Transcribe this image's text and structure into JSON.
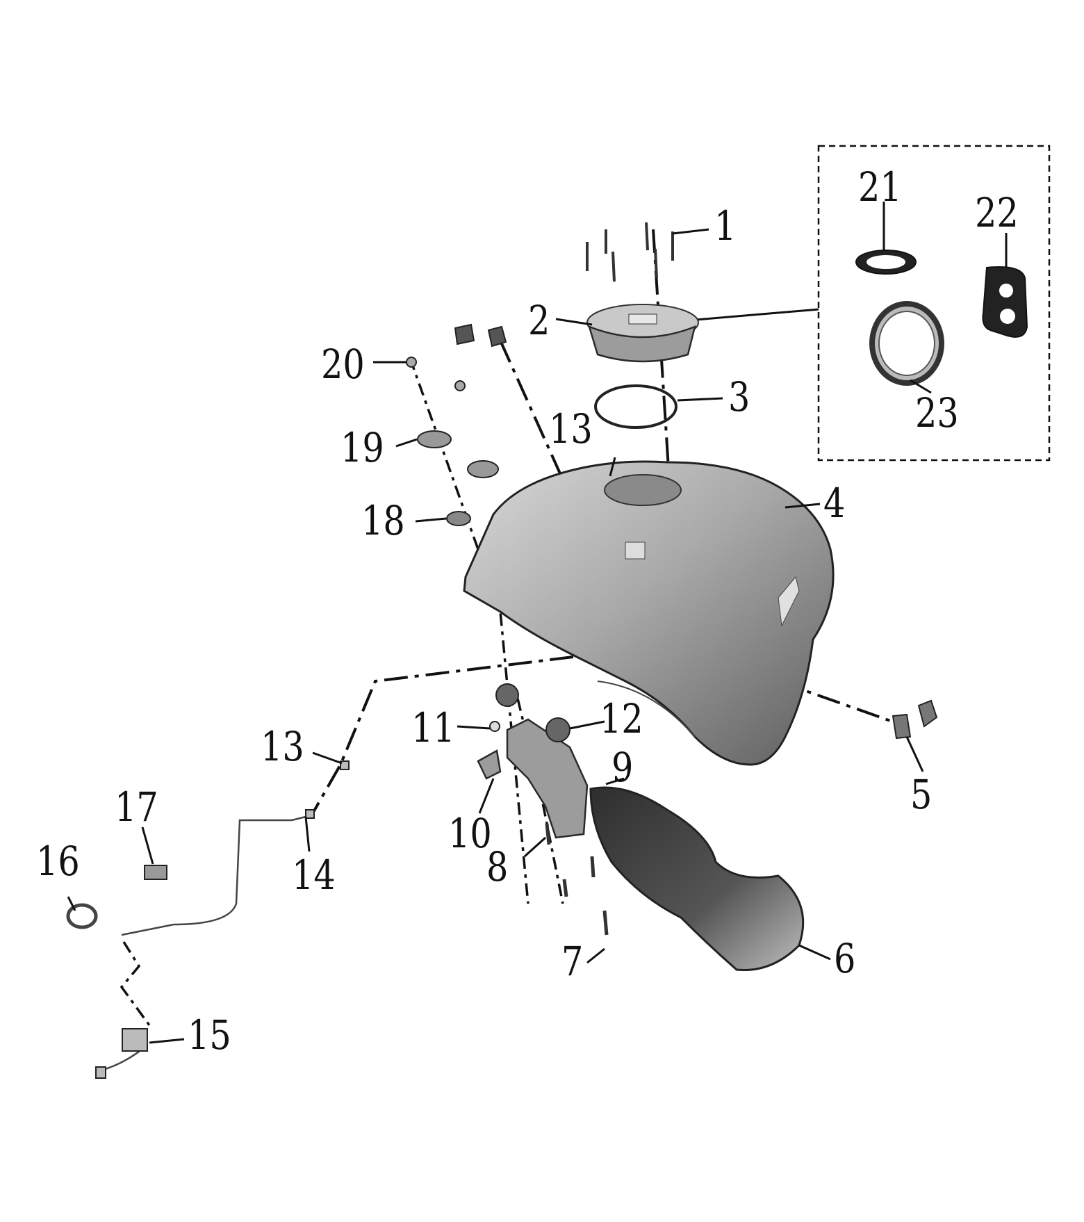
{
  "callouts": [
    {
      "id": "1",
      "text": "1"
    },
    {
      "id": "2",
      "text": "2"
    },
    {
      "id": "3",
      "text": "3"
    },
    {
      "id": "4",
      "text": "4"
    },
    {
      "id": "5",
      "text": "5"
    },
    {
      "id": "6",
      "text": "6"
    },
    {
      "id": "7",
      "text": "7"
    },
    {
      "id": "8",
      "text": "8"
    },
    {
      "id": "9",
      "text": "9"
    },
    {
      "id": "10",
      "text": "10"
    },
    {
      "id": "11",
      "text": "11"
    },
    {
      "id": "12",
      "text": "12"
    },
    {
      "id": "13a",
      "text": "13"
    },
    {
      "id": "13b",
      "text": "13"
    },
    {
      "id": "14",
      "text": "14"
    },
    {
      "id": "15",
      "text": "15"
    },
    {
      "id": "16",
      "text": "16"
    },
    {
      "id": "17",
      "text": "17"
    },
    {
      "id": "18",
      "text": "18"
    },
    {
      "id": "19",
      "text": "19"
    },
    {
      "id": "20",
      "text": "20"
    },
    {
      "id": "21",
      "text": "21"
    },
    {
      "id": "22",
      "text": "22"
    },
    {
      "id": "23",
      "text": "23"
    }
  ]
}
